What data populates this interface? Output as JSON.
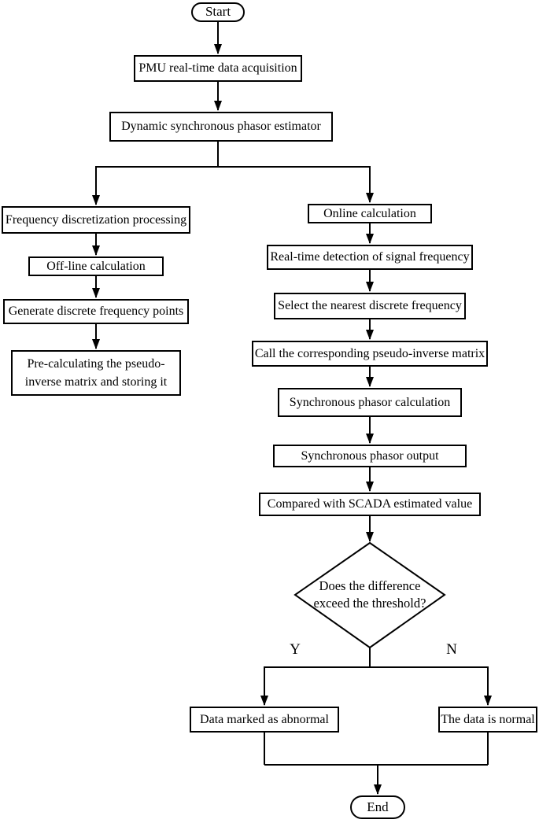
{
  "figure": {
    "type": "flowchart",
    "background_color": "#ffffff",
    "line_color": "#000000",
    "text_color": "#000000"
  },
  "nodes": {
    "start": "Start",
    "pmu_acquisition": "PMU real-time data acquisition",
    "phasor_estimator": "Dynamic synchronous phasor estimator",
    "freq_discretization": "Frequency discretization processing",
    "offline_calculation": "Off-line calculation",
    "generate_points": "Generate discrete frequency points",
    "precalculate_matrix": "Pre-calculating the pseudo-inverse matrix and storing it",
    "online_calculation": "Online calculation",
    "realtime_detection": "Real-time detection of signal frequency",
    "select_frequency": "Select the nearest discrete frequency",
    "call_matrix": "Call the corresponding pseudo-inverse matrix",
    "phasor_calculation": "Synchronous phasor calculation",
    "phasor_output": "Synchronous phasor output",
    "scada_compare": "Compared with SCADA estimated value",
    "threshold_decision": "Does the difference exceed the threshold?",
    "data_abnormal": "Data marked as abnormal",
    "data_normal": "The data is normal",
    "end": "End"
  },
  "edge_labels": {
    "yes": "Y",
    "no": "N"
  },
  "edges": [
    {
      "from": "start",
      "to": "pmu_acquisition",
      "label": ""
    },
    {
      "from": "pmu_acquisition",
      "to": "phasor_estimator",
      "label": ""
    },
    {
      "from": "phasor_estimator",
      "to": "freq_discretization",
      "label": ""
    },
    {
      "from": "phasor_estimator",
      "to": "online_calculation",
      "label": ""
    },
    {
      "from": "freq_discretization",
      "to": "offline_calculation",
      "label": ""
    },
    {
      "from": "offline_calculation",
      "to": "generate_points",
      "label": ""
    },
    {
      "from": "generate_points",
      "to": "precalculate_matrix",
      "label": ""
    },
    {
      "from": "online_calculation",
      "to": "realtime_detection",
      "label": ""
    },
    {
      "from": "realtime_detection",
      "to": "select_frequency",
      "label": ""
    },
    {
      "from": "select_frequency",
      "to": "call_matrix",
      "label": ""
    },
    {
      "from": "call_matrix",
      "to": "phasor_calculation",
      "label": ""
    },
    {
      "from": "phasor_calculation",
      "to": "phasor_output",
      "label": ""
    },
    {
      "from": "phasor_output",
      "to": "scada_compare",
      "label": ""
    },
    {
      "from": "scada_compare",
      "to": "threshold_decision",
      "label": ""
    },
    {
      "from": "threshold_decision",
      "to": "data_abnormal",
      "label": "Y"
    },
    {
      "from": "threshold_decision",
      "to": "data_normal",
      "label": "N"
    },
    {
      "from": "data_abnormal",
      "to": "end",
      "label": ""
    },
    {
      "from": "data_normal",
      "to": "end",
      "label": ""
    }
  ]
}
